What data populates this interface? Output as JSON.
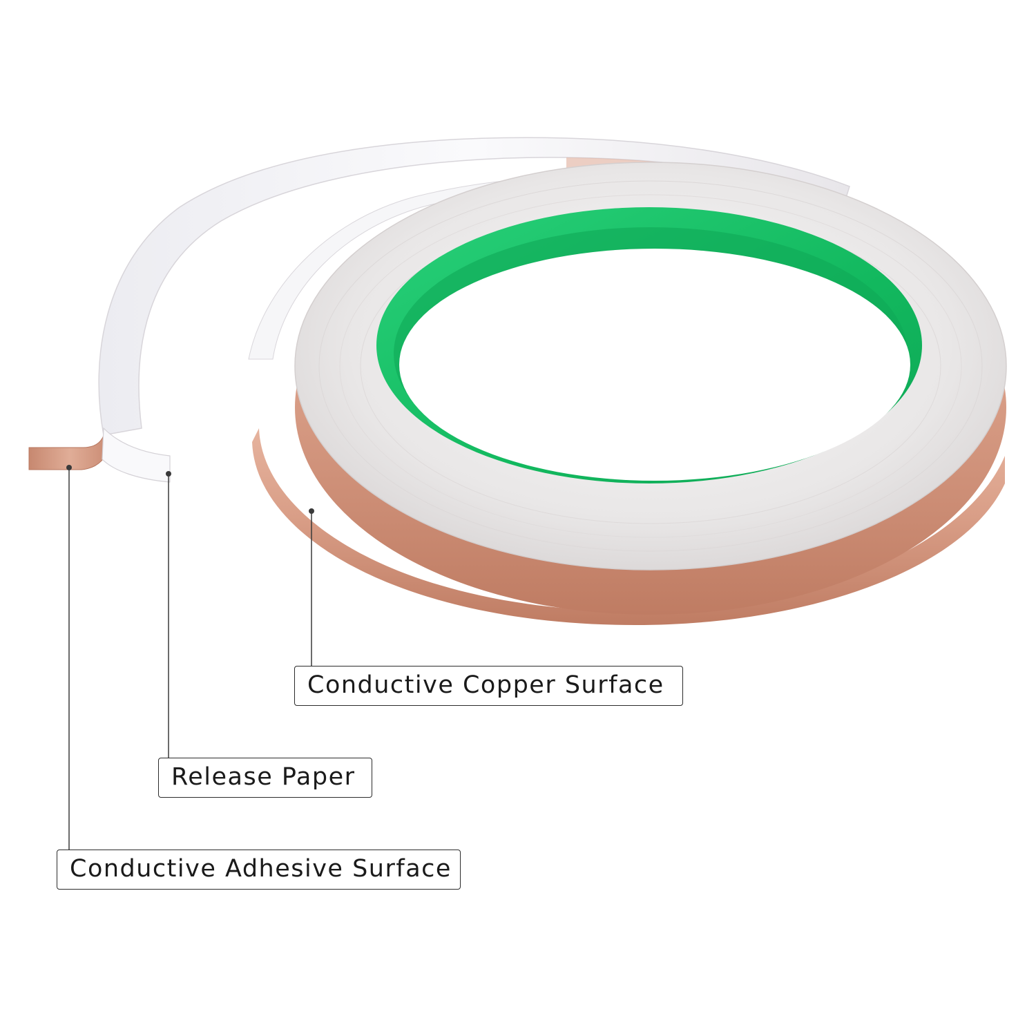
{
  "callouts": {
    "copper_surface": "Conductive Copper Surface",
    "release_paper": "Release Paper",
    "adhesive_surface": "Conductive Adhesive Surface"
  },
  "colors": {
    "background": "#ffffff",
    "copper": "#d79c84",
    "copper_dark": "#b9765f",
    "silver_face": "#eceaea",
    "release_paper": "#f7f7f9",
    "core_green": "#1ec46a",
    "leader_line": "#3a3a3a"
  }
}
